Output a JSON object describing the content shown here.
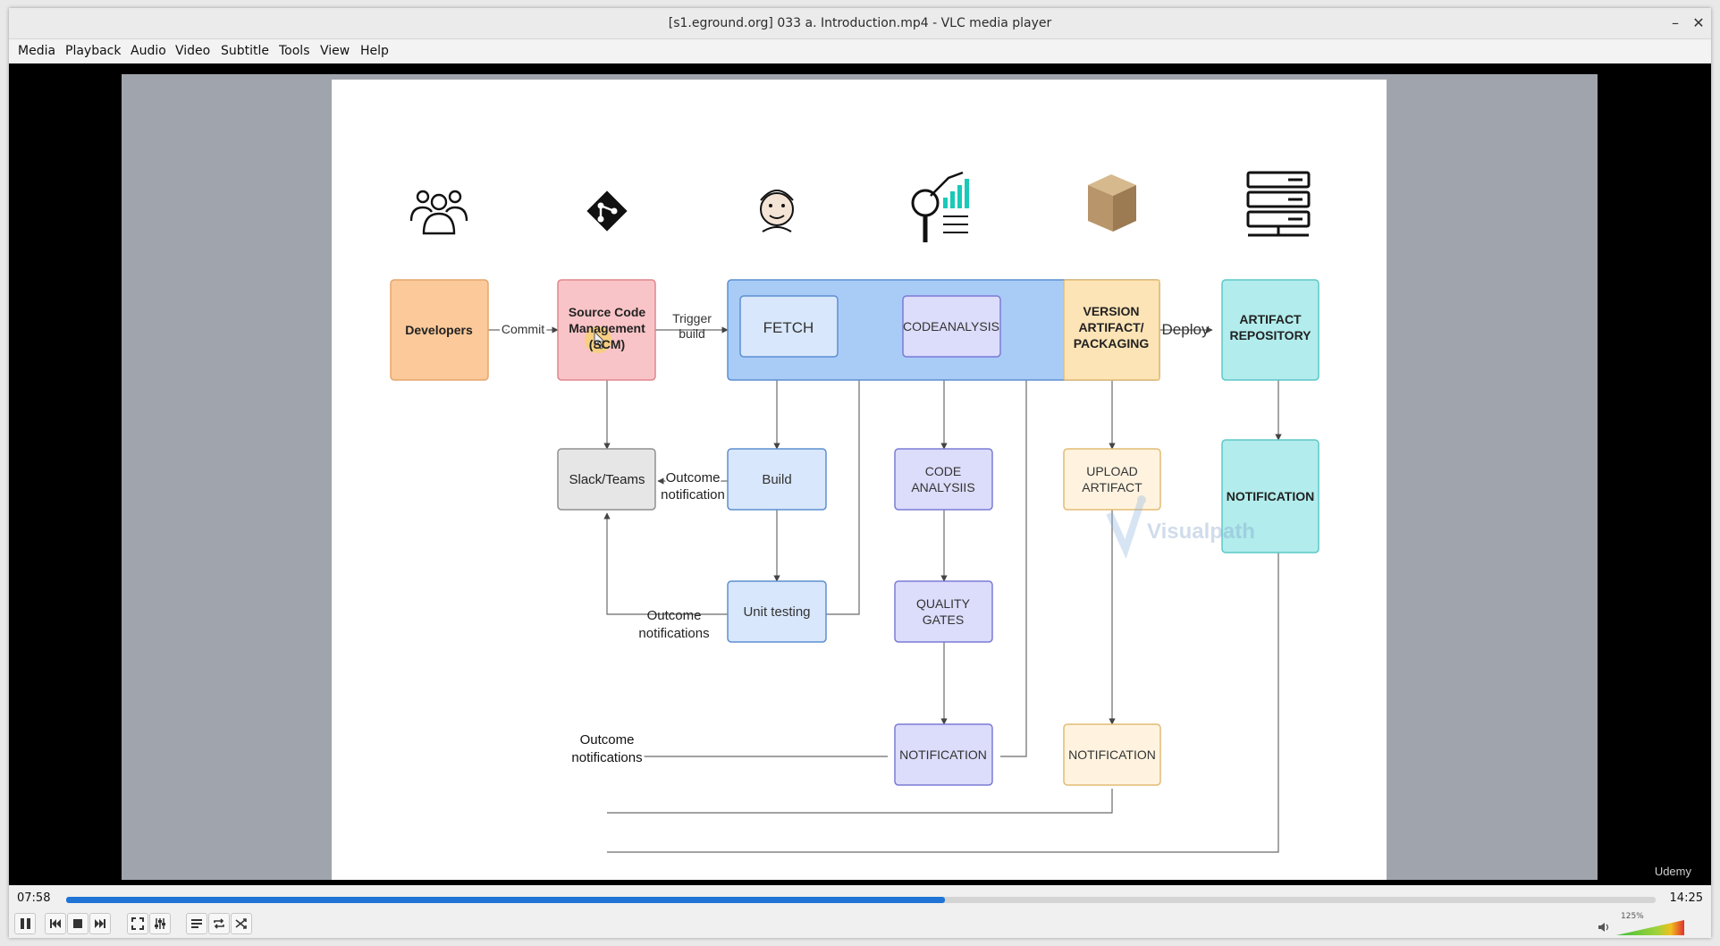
{
  "window": {
    "title": "[s1.eground.org] 033 a. Introduction.mp4 - VLC media player",
    "minimize_glyph": "–",
    "close_glyph": "✕"
  },
  "menu": [
    "Media",
    "Playback",
    "Audio",
    "Video",
    "Subtitle",
    "Tools",
    "View",
    "Help"
  ],
  "diagram": {
    "nodes": {
      "developers": "Developers",
      "scm": [
        "Source Code",
        "Management",
        "(SCM)"
      ],
      "fetch": "FETCH",
      "codeanalysis_top": "CODEANALYSIS",
      "version": [
        "VERSION",
        "ARTIFACT/",
        "PACKAGING"
      ],
      "artifact_repo": [
        "ARTIFACT",
        "REPOSITORY"
      ],
      "slack": "Slack/Teams",
      "build": "Build",
      "code_analysis": [
        "CODE",
        "ANALYSIIS"
      ],
      "upload": [
        "UPLOAD",
        "ARTIFACT"
      ],
      "notification_right": "NOTIFICATION",
      "unit_testing": "Unit testing",
      "quality_gates": [
        "QUALITY",
        "GATES"
      ],
      "notification_qa": "NOTIFICATION",
      "notification_upload": "NOTIFICATION"
    },
    "edges": {
      "commit": "Commit",
      "trigger": [
        "Trigger",
        "build"
      ],
      "deploy": "Deploy",
      "outcome_build": [
        "Outcome",
        "notification"
      ],
      "outcome_unit": [
        "Outcome",
        "notifications"
      ],
      "outcome_bottom": [
        "Outcome",
        "notifications"
      ]
    },
    "icons": [
      "people-icon",
      "git-icon",
      "jenkins-icon",
      "code-analysis-icon",
      "package-box-icon",
      "server-rack-icon"
    ],
    "watermark": "Visualpath"
  },
  "udemy_mark": "Udemy",
  "player": {
    "elapsed": "07:58",
    "total": "14:25",
    "progress": 0.553,
    "volume_label": "125%",
    "volume_level": 1.0
  },
  "colors": {
    "accent": "#1f74d6",
    "developers": "#fbc99a",
    "scm": "#f9c4c7",
    "pipeline": "#a9ccf7",
    "artifact_repo": "#b2ecec",
    "version": "#fde4b6"
  }
}
